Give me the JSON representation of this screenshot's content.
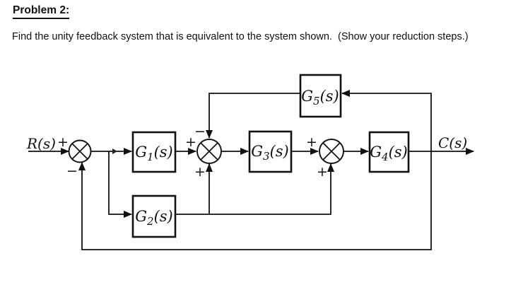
{
  "header": {
    "title": "Problem 2:",
    "instructions": "Find the unity feedback system that is equivalent to the system shown.  (Show your reduction steps.)"
  },
  "diagram": {
    "input_label": "R(s)",
    "output_label": "C(s)",
    "blocks": {
      "g1": {
        "main": "G",
        "sub": "1",
        "suffix": "(s)"
      },
      "g2": {
        "main": "G",
        "sub": "2",
        "suffix": "(s)"
      },
      "g3": {
        "main": "G",
        "sub": "3",
        "suffix": "(s)"
      },
      "g4": {
        "main": "G",
        "sub": "4",
        "suffix": "(s)"
      },
      "g5": {
        "main": "G",
        "sub": "5",
        "suffix": "(s)"
      }
    },
    "signs": {
      "sum1_left": "+",
      "sum1_bottom": "−",
      "sum2_left": "+",
      "sum2_top": "−",
      "sum2_bottom": "+",
      "sum3_left": "+",
      "sum3_bottom": "+"
    },
    "colors": {
      "ink": "#111111",
      "background": "#ffffff"
    }
  }
}
